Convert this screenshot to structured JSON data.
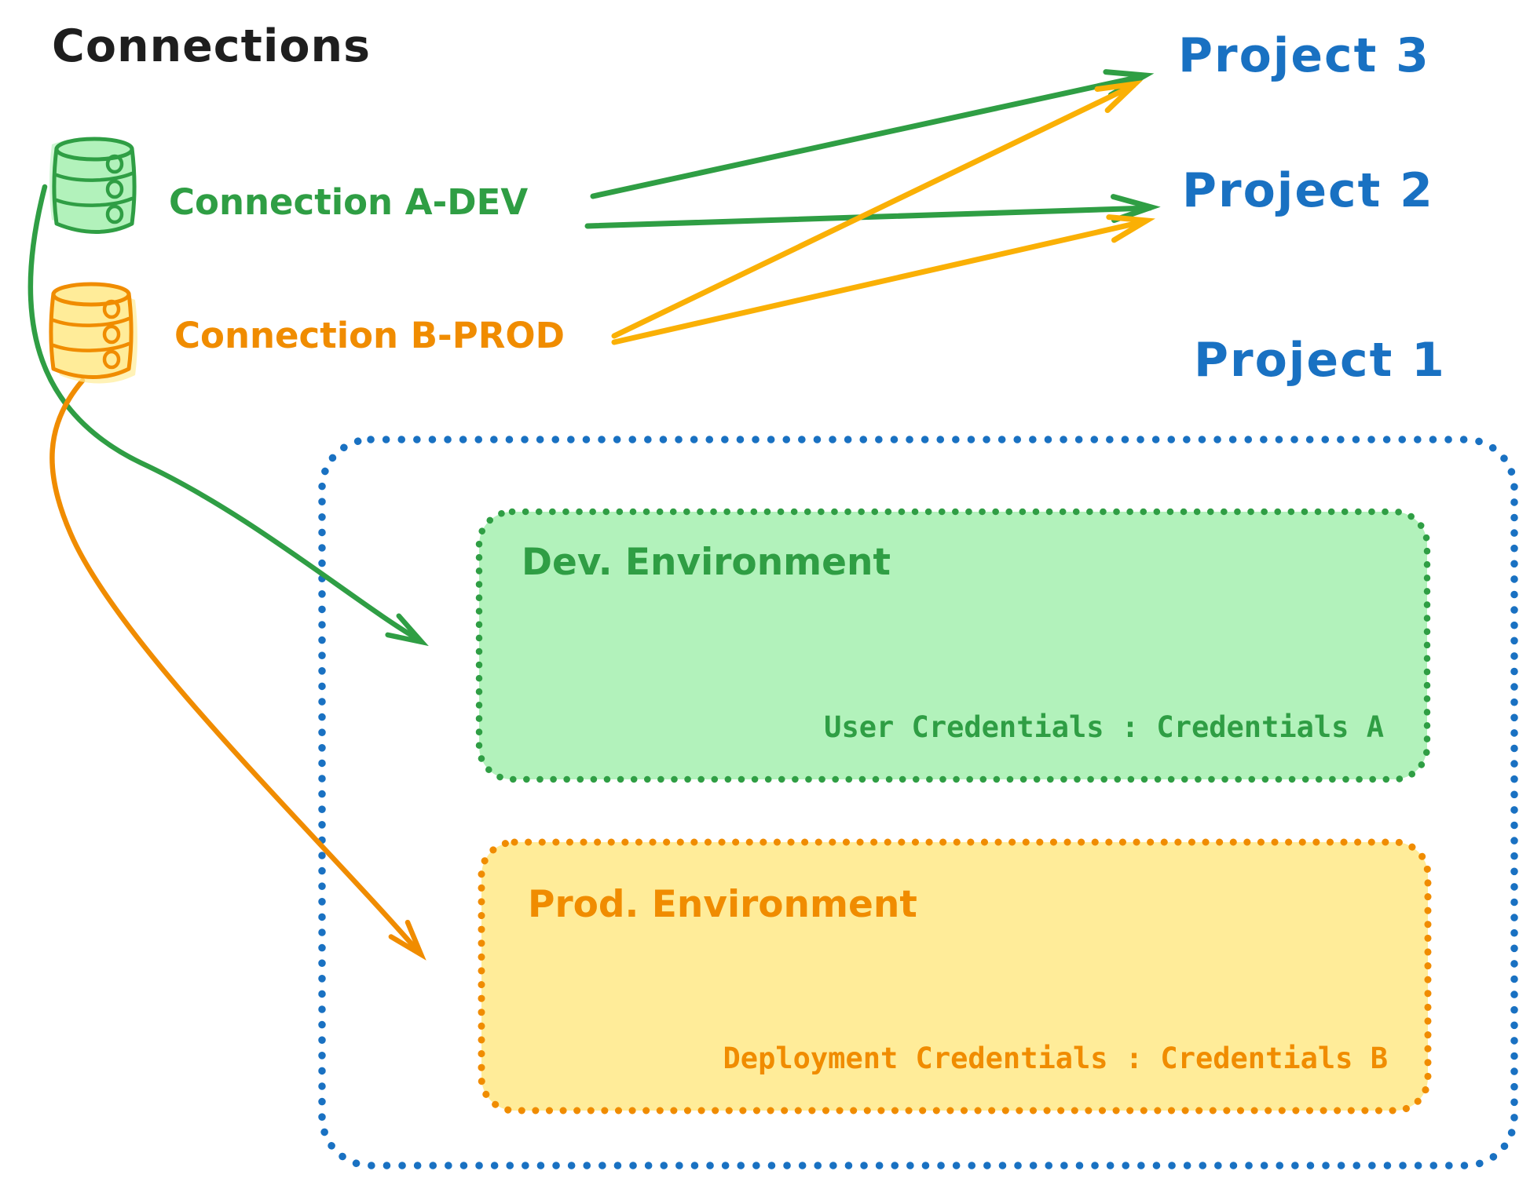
{
  "diagram_title": "Connections",
  "colors": {
    "text_black": "#1e1e1e",
    "green_stroke": "#2f9e44",
    "green_fill": "#b2f2bb",
    "orange_stroke": "#f08c00",
    "orange_fill": "#ffec99",
    "blue_stroke": "#1971c2"
  },
  "connections": [
    {
      "label": "Connection A-DEV",
      "icon": "database-icon",
      "color": "#2f9e44"
    },
    {
      "label": "Connection B-PROD",
      "icon": "database-icon",
      "color": "#f08c00"
    }
  ],
  "projects": [
    {
      "label": "Project 3"
    },
    {
      "label": "Project 2"
    },
    {
      "label": "Project 1"
    }
  ],
  "project1_detail": {
    "dev_environment": {
      "title": "Dev. Environment",
      "credentials_label": "User Credentials : Credentials A"
    },
    "prod_environment": {
      "title": "Prod. Environment",
      "credentials_label": "Deployment Credentials : Credentials B"
    }
  },
  "arrows": {
    "a_dev_targets": [
      "Project 3",
      "Project 2",
      "Dev. Environment"
    ],
    "b_prod_targets": [
      "Project 3",
      "Project 2",
      "Prod. Environment"
    ]
  }
}
